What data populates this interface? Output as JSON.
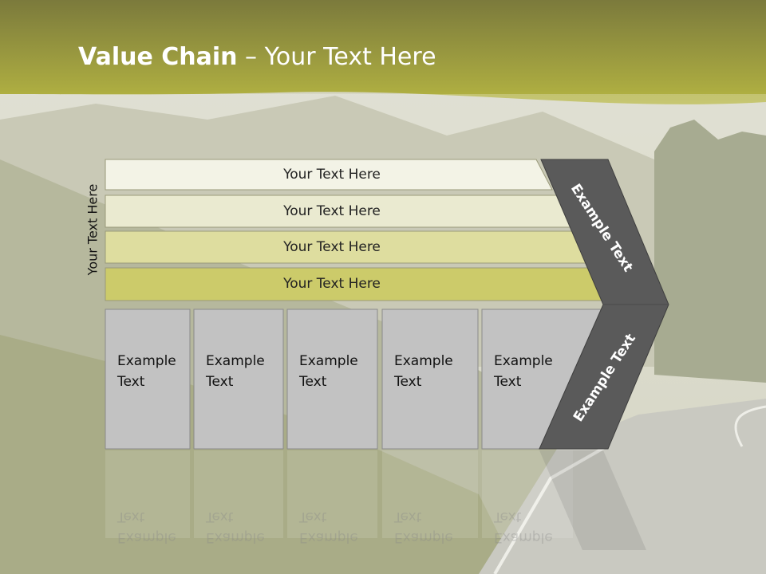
{
  "title": {
    "bold": "Value Chain",
    "rest": " – Your Text Here"
  },
  "side_label": "Your Text Here",
  "bars": [
    {
      "label": "Your Text Here",
      "fill": "#f3f3e6"
    },
    {
      "label": "Your Text Here",
      "fill": "#eaead0"
    },
    {
      "label": "Your Text Here",
      "fill": "#dedd9f"
    },
    {
      "label": "Your Text Here",
      "fill": "#cccb6a"
    }
  ],
  "boxes": [
    {
      "line1": "Example",
      "line2": "Text"
    },
    {
      "line1": "Example",
      "line2": "Text"
    },
    {
      "line1": "Example",
      "line2": "Text"
    },
    {
      "line1": "Example",
      "line2": "Text"
    },
    {
      "line1": "Example",
      "line2": "Text"
    }
  ],
  "chevron": {
    "upper": "Example Text",
    "lower": "Example Text"
  },
  "colors": {
    "header": "#a4a43c",
    "box": "#c2c2c2",
    "chevron": "#5a5a5a",
    "box_border": "#8a8a8a"
  }
}
